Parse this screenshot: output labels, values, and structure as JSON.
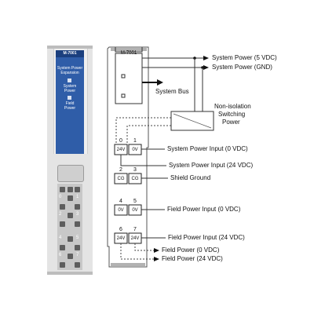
{
  "product": {
    "model": "M-7001",
    "panel_lines": [
      "System Power",
      "Expansion"
    ],
    "led1_lines": [
      "System",
      "Power"
    ],
    "led2_lines": [
      "Field",
      "Power"
    ],
    "terminal_numbers": [
      "0",
      "1",
      "2",
      "3",
      "4",
      "5",
      "6",
      "7"
    ]
  },
  "module": {
    "label": "M-7001"
  },
  "system_bus": "System Bus",
  "switching_power": {
    "lines": [
      "Non-isolation",
      "Switching",
      "Power"
    ]
  },
  "outputs": [
    {
      "label": "System Power (5 VDC)"
    },
    {
      "label": "System Power (GND)"
    },
    {
      "label": "System Power Input (0 VDC)"
    },
    {
      "label": "System Power Input (24 VDC)"
    },
    {
      "label": "Shield Ground"
    },
    {
      "label": "Field Power Input (0 VDC)"
    },
    {
      "label": "Field Power Input (24 VDC)"
    },
    {
      "label": "Field Power (0 VDC)"
    },
    {
      "label": "Field Power (24 VDC)"
    }
  ],
  "pins": [
    {
      "num": "0",
      "signal": "24V"
    },
    {
      "num": "1",
      "signal": "0V"
    },
    {
      "num": "2",
      "signal": "CG"
    },
    {
      "num": "3",
      "signal": "CG"
    },
    {
      "num": "4",
      "signal": "0V"
    },
    {
      "num": "5",
      "signal": "0V"
    },
    {
      "num": "6",
      "signal": "24V"
    },
    {
      "num": "7",
      "signal": "24V"
    }
  ]
}
